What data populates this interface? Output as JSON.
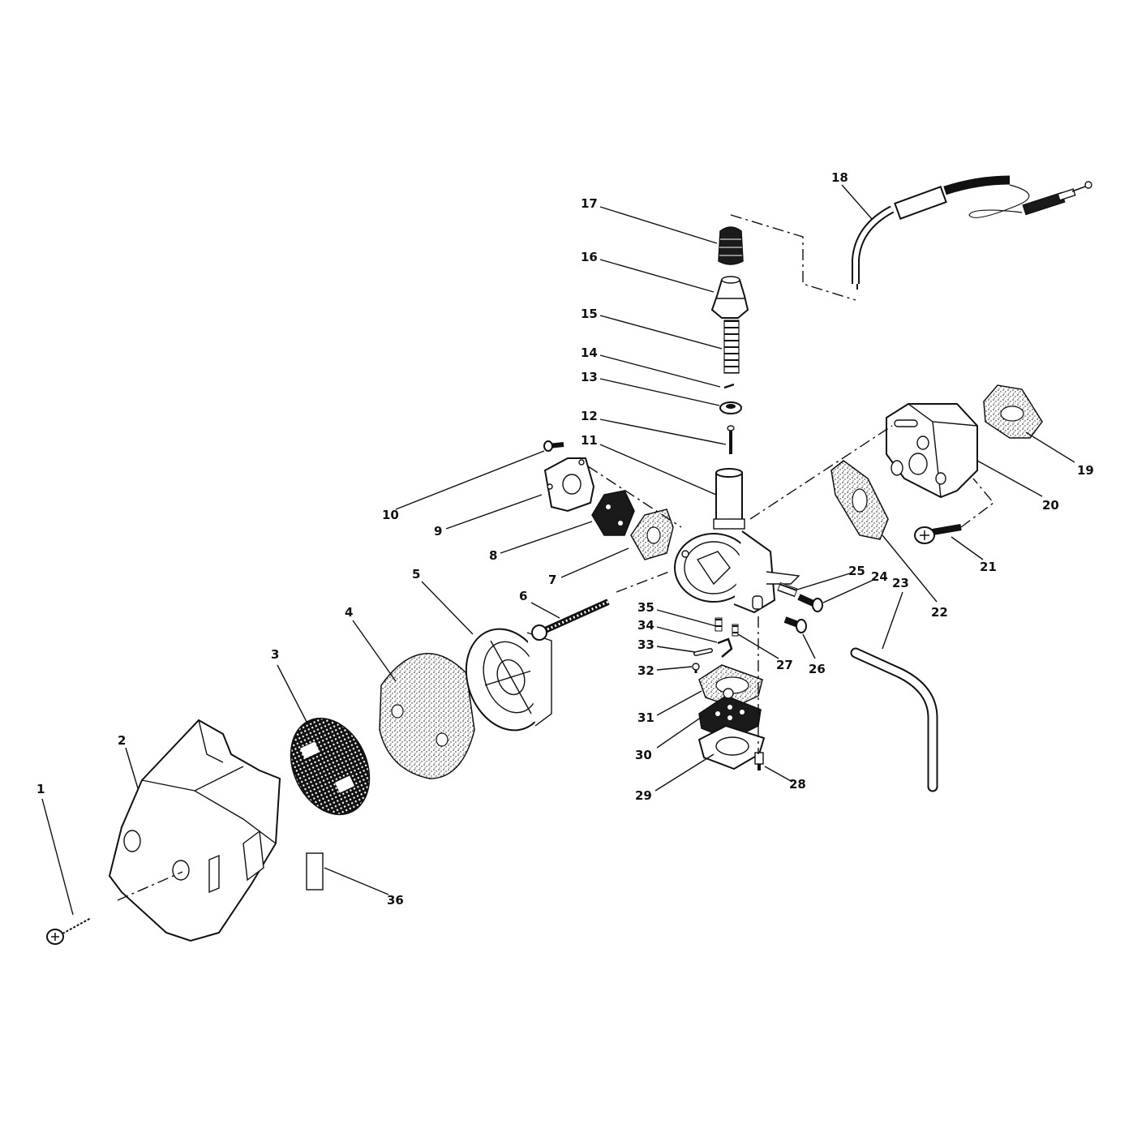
{
  "diagram": {
    "callouts": [
      {
        "id": "1",
        "text": "1"
      },
      {
        "id": "2",
        "text": "2"
      },
      {
        "id": "3",
        "text": "3"
      },
      {
        "id": "4",
        "text": "4"
      },
      {
        "id": "5",
        "text": "5"
      },
      {
        "id": "6",
        "text": "6"
      },
      {
        "id": "7",
        "text": "7"
      },
      {
        "id": "8",
        "text": "8"
      },
      {
        "id": "9",
        "text": "9"
      },
      {
        "id": "10",
        "text": "10"
      },
      {
        "id": "11",
        "text": "11"
      },
      {
        "id": "12",
        "text": "12"
      },
      {
        "id": "13",
        "text": "13"
      },
      {
        "id": "14",
        "text": "14"
      },
      {
        "id": "15",
        "text": "15"
      },
      {
        "id": "16",
        "text": "16"
      },
      {
        "id": "17",
        "text": "17"
      },
      {
        "id": "18",
        "text": "18"
      },
      {
        "id": "19",
        "text": "19"
      },
      {
        "id": "20",
        "text": "20"
      },
      {
        "id": "21",
        "text": "21"
      },
      {
        "id": "22",
        "text": "22"
      },
      {
        "id": "23",
        "text": "23"
      },
      {
        "id": "24",
        "text": "24"
      },
      {
        "id": "25",
        "text": "25"
      },
      {
        "id": "26",
        "text": "26"
      },
      {
        "id": "27",
        "text": "27"
      },
      {
        "id": "28",
        "text": "28"
      },
      {
        "id": "29",
        "text": "29"
      },
      {
        "id": "30",
        "text": "30"
      },
      {
        "id": "31",
        "text": "31"
      },
      {
        "id": "32",
        "text": "32"
      },
      {
        "id": "33",
        "text": "33"
      },
      {
        "id": "34",
        "text": "34"
      },
      {
        "id": "35",
        "text": "35"
      },
      {
        "id": "36",
        "text": "36"
      }
    ]
  }
}
